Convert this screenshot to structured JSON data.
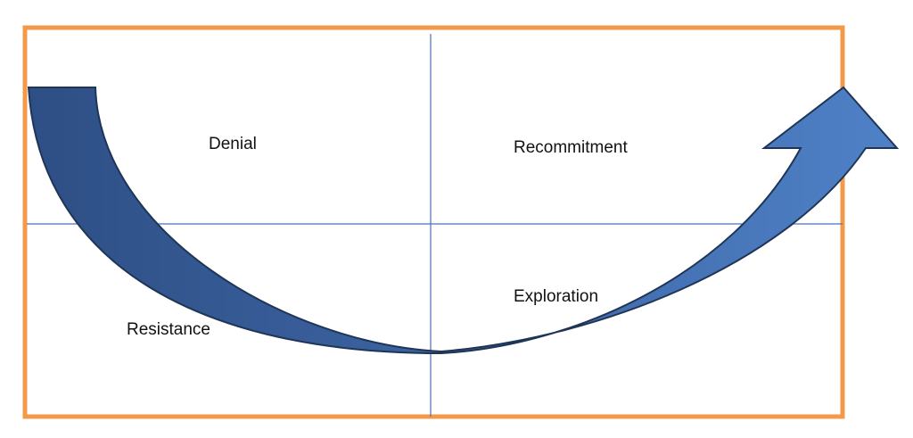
{
  "quadrants": {
    "top_left": "Denial",
    "top_right": "Recommitment",
    "bottom_right": "Exploration",
    "bottom_left": "Resistance"
  },
  "colors": {
    "frame": "#f2994a",
    "axis": "#4a72b8",
    "arrow_left_dark": "#2e4f85",
    "arrow_right_light": "#4f81c7",
    "arrow_outline": "#1f3556"
  }
}
